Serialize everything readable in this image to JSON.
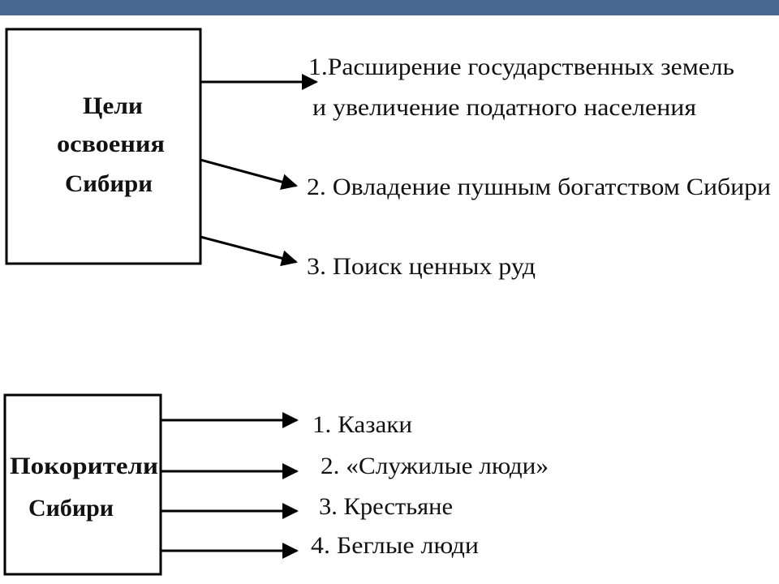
{
  "colors": {
    "header_bar": "#476790",
    "stroke": "#000000"
  },
  "goals": {
    "title_lines": [
      "Цели",
      "освоения",
      "Сибири"
    ],
    "items": [
      {
        "line1": "1.Расширение государственных земель",
        "line2": "и увеличение податного населения"
      },
      {
        "line1": "2. Овладение пушным богатством Сибири"
      },
      {
        "line1": "3. Поиск ценных руд"
      }
    ]
  },
  "conquerors": {
    "title_lines": [
      "Покорители",
      "Сибири"
    ],
    "items": [
      "1. Казаки",
      "2. «Служилые люди»",
      "3. Крестьяне",
      "4. Беглые люди"
    ]
  }
}
